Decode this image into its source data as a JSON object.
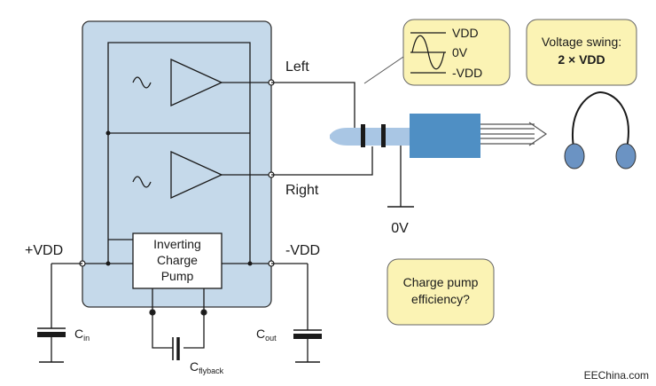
{
  "labels": {
    "left": "Left",
    "right": "Right",
    "plus_vdd": "+VDD",
    "minus_vdd": "-VDD",
    "ground": "0V",
    "charge_pump_line1": "Inverting",
    "charge_pump_line2": "Charge",
    "charge_pump_line3": "Pump",
    "cin_base": "C",
    "cin_sub": "in",
    "cout_base": "C",
    "cout_sub": "out",
    "cfly_base": "C",
    "cfly_sub": "flyback"
  },
  "callouts": {
    "waveform": {
      "vdd": "VDD",
      "zero": "0V",
      "neg": "-VDD"
    },
    "swing": {
      "line1": "Voltage swing:",
      "line2": "2 × VDD"
    },
    "efficiency": {
      "line1": "Charge pump",
      "line2": "efficiency?"
    }
  },
  "watermark": "EEChina.com",
  "colors": {
    "chip_fill": "#c5d9ea",
    "callout_fill": "#fbf3b4",
    "jack_blue": "#4f8fc4",
    "headphone_ear": "#6b93c3"
  }
}
